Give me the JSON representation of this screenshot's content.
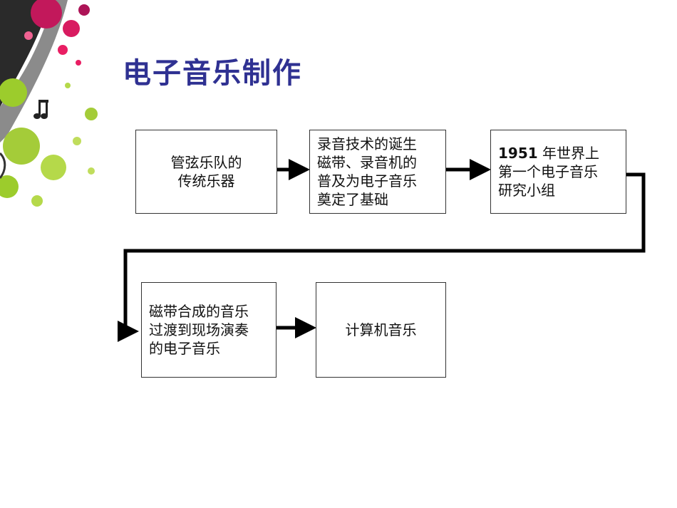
{
  "title": "电子音乐制作",
  "boxes": [
    {
      "lines": [
        "管弦乐队的",
        "传统乐器"
      ]
    },
    {
      "lines": [
        "录音技术的诞生",
        "磁带、录音机的",
        "普及为电子音乐",
        "奠定了基础"
      ]
    },
    {
      "year": "1951",
      "lines": [
        " 年世界上",
        "第一个电子音乐",
        "研究小组"
      ]
    },
    {
      "lines": [
        "磁带合成的音乐",
        "过渡到现场演奏",
        "的电子音乐"
      ]
    },
    {
      "lines": [
        "计算机音乐"
      ]
    }
  ],
  "colors": {
    "title": "#2f3192",
    "arrow": "#000000",
    "box_border": "#333333"
  },
  "icons": [
    "music-note-icon"
  ]
}
